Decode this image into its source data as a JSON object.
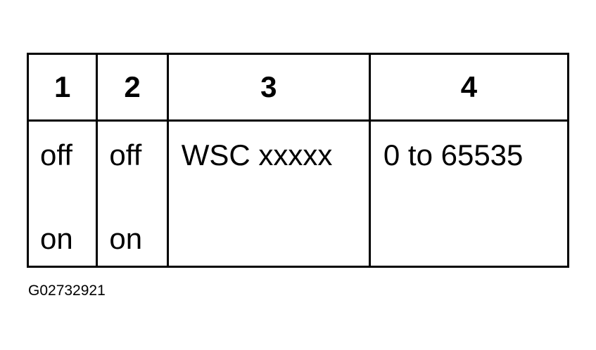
{
  "table": {
    "headers": [
      "1",
      "2",
      "3",
      "4"
    ],
    "col1": {
      "values": [
        "off",
        "on"
      ]
    },
    "col2": {
      "values": [
        "off",
        "on"
      ]
    },
    "col3": {
      "value": "WSC xxxxx"
    },
    "col4": {
      "value": "0 to 65535"
    }
  },
  "figure_id": "G02732921",
  "colors": {
    "line": "#000000",
    "background": "#ffffff",
    "text": "#000000"
  }
}
